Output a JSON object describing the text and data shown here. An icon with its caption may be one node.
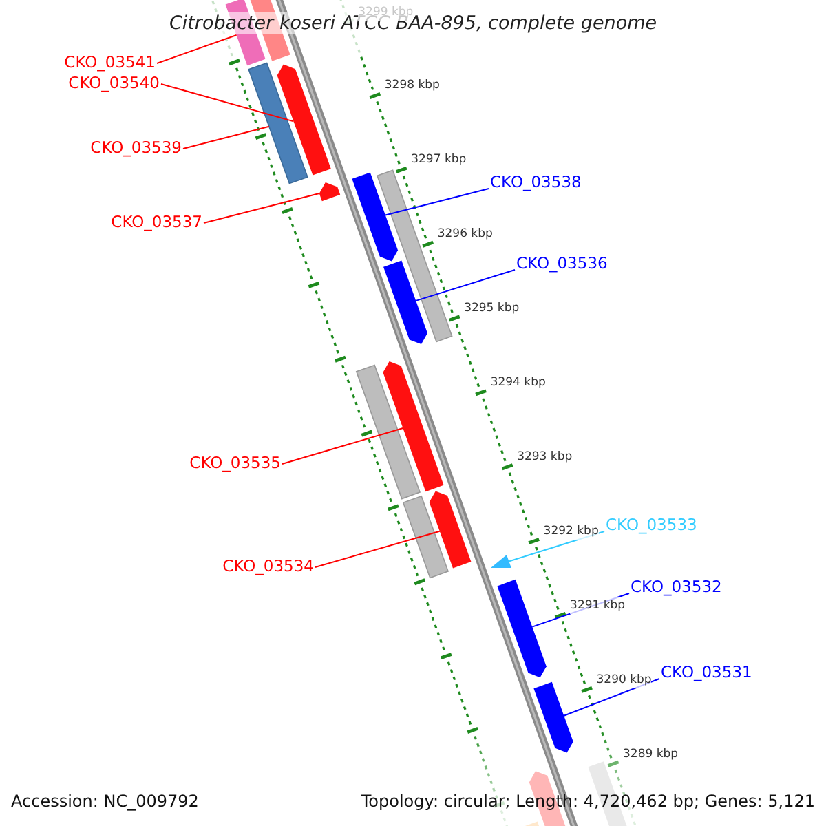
{
  "diagram": {
    "title": "Citrobacter koseri ATCC BAA-895, complete genome",
    "nodes": [
      {
        "text": [
          "CKO_03541"
        ]
      },
      {
        "text": [
          "CKO_03540"
        ]
      },
      {
        "text": [
          "CKO_03539"
        ]
      },
      {
        "text": [
          "CKO_03538"
        ]
      },
      {
        "text": [
          "CKO_03537"
        ]
      },
      {
        "text": [
          "CKO_03536"
        ]
      },
      {
        "text": [
          "CKO_03535"
        ]
      },
      {
        "text": [
          "CKO_03533"
        ]
      },
      {
        "text": [
          "CKO_03534"
        ]
      },
      {
        "text": [
          "CKO_03532"
        ]
      },
      {
        "text": [
          "CKO_03531"
        ]
      },
      {
        "text": [],
        "shape": "bar"
      },
      {
        "text": [],
        "shape": "bar"
      },
      {
        "text": [],
        "shape": "bar"
      },
      {
        "text": [],
        "shape": "bar"
      },
      {
        "text": [],
        "shape": "bar"
      },
      {
        "text": [],
        "shape": "bar"
      },
      {
        "text": [],
        "shape": "bar"
      },
      {
        "text": [],
        "shape": "bar"
      },
      {
        "text": [],
        "shape": "bar"
      },
      {
        "text": [],
        "shape": "bar"
      },
      {
        "text": [],
        "shape": "bar"
      },
      {
        "text": [],
        "shape": "bar"
      },
      {
        "text": [],
        "shape": "bar"
      },
      {
        "text": [],
        "shape": "bar"
      },
      {
        "text": [],
        "shape": "bar"
      },
      {
        "text": [],
        "shape": "bar"
      },
      {
        "text": [],
        "shape": "bar"
      },
      {
        "text": [],
        "shape": "bar"
      }
    ],
    "edges": [
      {
        "from": 0,
        "to": 11,
        "arrow": "none"
      },
      {
        "from": 1,
        "to": 12,
        "arrow": "none"
      },
      {
        "from": 2,
        "to": 13,
        "arrow": "none"
      },
      {
        "from": 3,
        "to": 15,
        "arrow": "none",
        "color": "#0000ff"
      },
      {
        "from": 4,
        "to": 14,
        "arrow": "none"
      },
      {
        "from": 5,
        "to": 16,
        "arrow": "none",
        "color": "#0000ff"
      },
      {
        "from": 6,
        "to": 17,
        "arrow": "none"
      },
      {
        "from": 7,
        "to": 19,
        "arrow": "none",
        "color": "#33ccff"
      },
      {
        "from": 8,
        "to": 18,
        "arrow": "none"
      },
      {
        "from": 9,
        "to": 20,
        "arrow": "none",
        "color": "#0000ff"
      },
      {
        "from": 10,
        "to": 21,
        "arrow": "none",
        "color": "#0000ff"
      }
    ],
    "labels": [
      "3299 kbp",
      "3298 kbp",
      "3297 kbp",
      "3296 kbp",
      "3295 kbp",
      "3294 kbp",
      "3293 kbp",
      "3292 kbp",
      "3291 kbp",
      "3290 kbp",
      "3289 kbp",
      "Accession: NC_009792",
      "Topology: circular; Length: 4,720,462 bp; Genes: 5,121"
    ]
  }
}
